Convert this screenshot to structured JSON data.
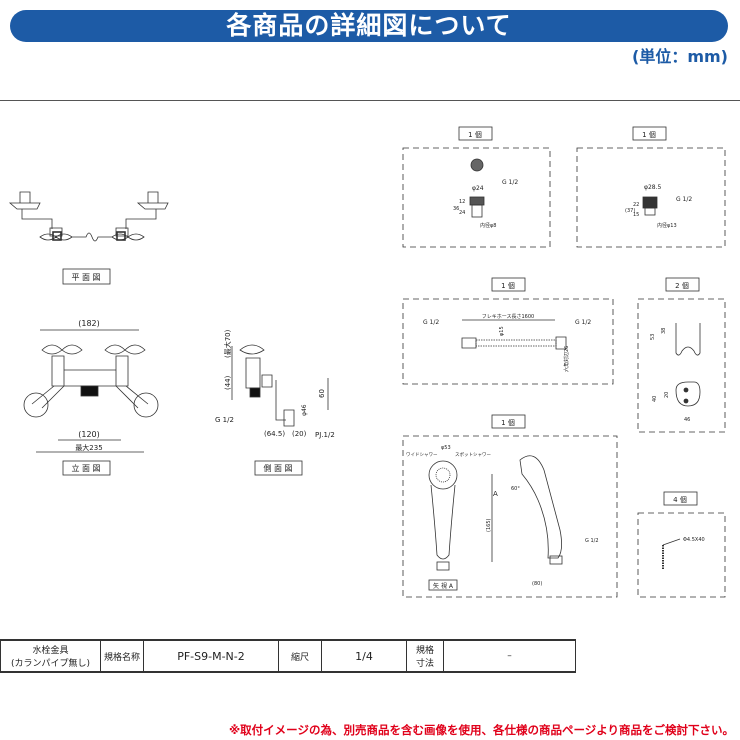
{
  "header": {
    "title": "各商品の詳細図について",
    "unit": "(単位：mm)"
  },
  "faucet": {
    "plan_label": "平 面 図",
    "front_label": "立 面 図",
    "side_label": "側 面 図",
    "dim_182": "(182)",
    "dim_120": "(120)",
    "dim_max235": "最大235",
    "dim_max70": "(最大70)",
    "dim_44": "(44)",
    "dim_60": "60",
    "dim_46": "φ46",
    "dim_64_5": "(64.5)",
    "dim_20": "(20)",
    "g12": "G 1/2",
    "pj12": "PJ.1/2"
  },
  "parts": {
    "adapter1": {
      "qty": "1 個",
      "d24": "φ24",
      "g": "G 1/2",
      "h36": "36",
      "h12": "12",
      "h24": "24",
      "inner": "内径φ8"
    },
    "adapter2": {
      "qty": "1 個",
      "d28": "φ28.5",
      "g": "G 1/2",
      "h37": "(37)",
      "h22": "22",
      "h15": "15",
      "inner": "内径φ13"
    },
    "hose": {
      "qty": "1 個",
      "g_left": "G 1/2",
      "g_right": "G 1/2",
      "length": "フレキホース長さ1600",
      "d15": "φ15",
      "nut": "六角対辺26"
    },
    "holder": {
      "qty": "2 個",
      "h53": "53",
      "h38": "38",
      "h40": "40",
      "h20": "20",
      "w46": "46"
    },
    "shower": {
      "qty": "1 個",
      "d53": "φ53",
      "wide": "ワイドシャワー",
      "spot": "スポットシャワー",
      "arrow": "A",
      "angle": "60°",
      "h165": "(165)",
      "w80": "(80)",
      "g": "G 1/2",
      "view": "矢 視 A"
    },
    "screw": {
      "qty": "4 個",
      "size": "Φ4.5X40"
    }
  },
  "spec_table": {
    "name": "水栓金具\n(カランパイプ無し)",
    "name_l1": "水栓金具",
    "name_l2": "(カランパイプ無し)",
    "model_label": "規格名称",
    "model": "PF-S9-M-N-2",
    "scale_label": "縮尺",
    "scale": "1/4",
    "size_label_1": "規格",
    "size_label_2": "寸法",
    "size": "–"
  },
  "footnote": "※取付イメージの為、別売商品を含む画像を使用、各仕様の商品ページより商品をご検討下さい。"
}
